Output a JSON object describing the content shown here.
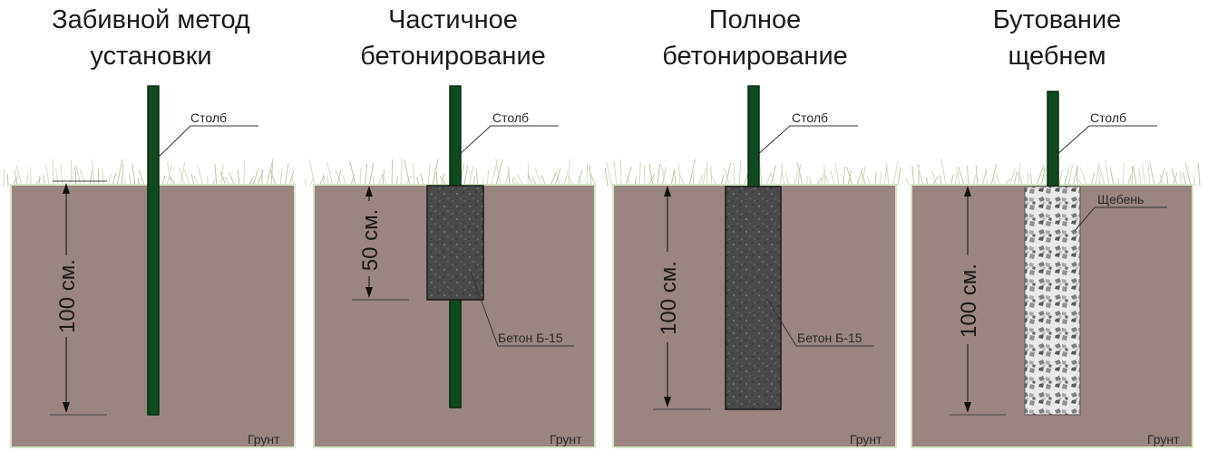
{
  "panels": [
    {
      "title_lines": [
        "Забивной метод",
        "установки"
      ],
      "pillar_label": "Столб",
      "material_label": "",
      "depth_label": "100 см.",
      "soil_label": "Грунт",
      "fill": "none"
    },
    {
      "title_lines": [
        "Частичное",
        "бетонирование"
      ],
      "pillar_label": "Столб",
      "material_label": "Бетон Б-15",
      "depth_label": "50 см.",
      "soil_label": "Грунт",
      "fill": "concrete"
    },
    {
      "title_lines": [
        "Полное",
        "бетонирование"
      ],
      "pillar_label": "Столб",
      "material_label": "Бетон Б-15",
      "depth_label": "100 см.",
      "soil_label": "Грунт",
      "fill": "concrete"
    },
    {
      "title_lines": [
        "Бутование",
        "щебнем"
      ],
      "pillar_label": "Столб",
      "material_label": "Щебень",
      "depth_label": "100 см.",
      "soil_label": "Грунт",
      "fill": "gravel"
    }
  ],
  "colors": {
    "soil": "#9a8580",
    "soil_border": "#d6e7c4",
    "pillar": "#0f4a1f",
    "pillar_edge": "#062a10",
    "concrete": "#4a4a4a",
    "gravel_bg": "#e9e9e9",
    "grass": "#b9c9a6",
    "line": "#333333"
  }
}
